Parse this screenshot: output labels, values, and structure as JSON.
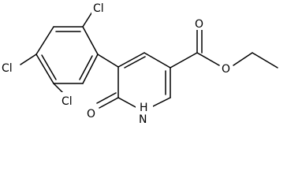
{
  "molecule": {
    "labels": {
      "cl_top": "Cl",
      "cl_left": "Cl",
      "cl_bottom": "Cl",
      "o_ketone": "O",
      "nh": "H",
      "n": "N",
      "o_ester_carbonyl": "O",
      "o_ester_ether": "O"
    }
  }
}
